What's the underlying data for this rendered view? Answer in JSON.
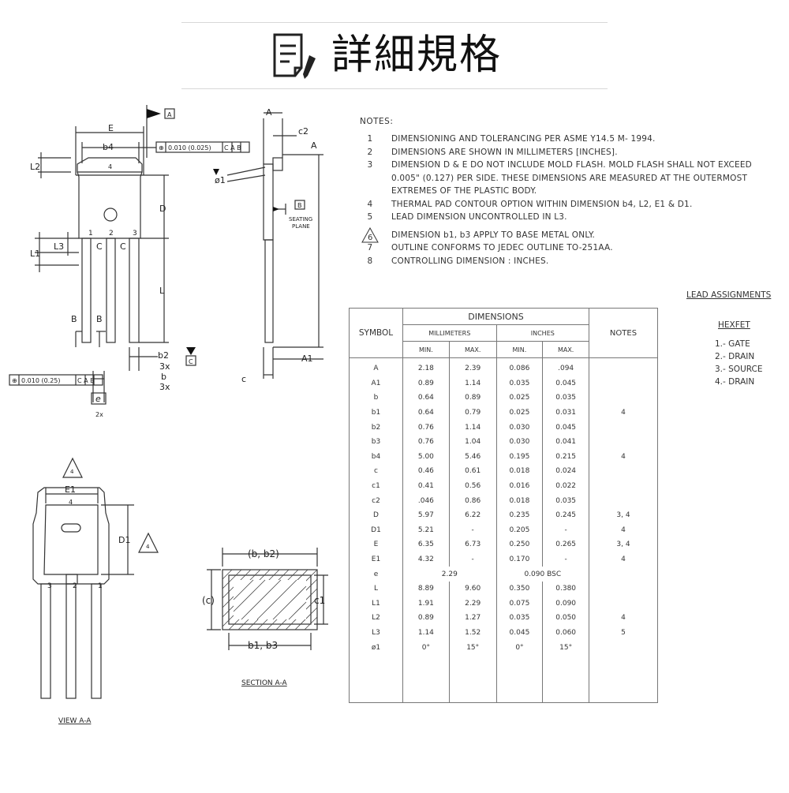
{
  "header": {
    "title": "詳細規格"
  },
  "notes": {
    "heading": "NOTES:",
    "items": [
      {
        "num": "1",
        "text": "DIMENSIONING AND TOLERANCING PER ASME Y14.5 M- 1994."
      },
      {
        "num": "2",
        "text": "DIMENSIONS ARE SHOWN IN MILLIMETERS [INCHES]."
      },
      {
        "num": "3",
        "text": "DIMENSION D & E DO NOT INCLUDE MOLD FLASH. MOLD FLASH SHALL NOT EXCEED 0.005\" (0.127) PER SIDE. THESE DIMENSIONS ARE MEASURED AT THE OUTERMOST EXTREMES OF THE PLASTIC BODY."
      },
      {
        "num": "4",
        "text": "THERMAL PAD CONTOUR OPTION WITHIN DIMENSION b4, L2, E1 & D1."
      },
      {
        "num": "5",
        "text": "LEAD DIMENSION UNCONTROLLED IN L3."
      },
      {
        "num": "6",
        "text": "DIMENSION b1, b3 APPLY TO BASE METAL ONLY.",
        "triangle": true
      },
      {
        "num": "7",
        "text": "OUTLINE CONFORMS TO JEDEC OUTLINE TO-251AA."
      },
      {
        "num": "8",
        "text": "CONTROLLING DIMENSION : INCHES."
      }
    ]
  },
  "lead_assignments": {
    "title": "LEAD ASSIGNMENTS",
    "subtitle": "HEXFET",
    "items": [
      "1.- GATE",
      "2.- DRAIN",
      "3.- SOURCE",
      "4.- DRAIN"
    ]
  },
  "table": {
    "symbol_header": "SYMBOL",
    "dimensions_header": "DIMENSIONS",
    "mm_header": "MILLIMETERS",
    "inch_header": "INCHES",
    "min": "MIN.",
    "max": "MAX.",
    "notes_header": "NOTES",
    "rows": [
      {
        "sym": "A",
        "mm_min": "2.18",
        "mm_max": "2.39",
        "in_min": "0.086",
        "in_max": ".094",
        "note": ""
      },
      {
        "sym": "A1",
        "mm_min": "0.89",
        "mm_max": "1.14",
        "in_min": "0.035",
        "in_max": "0.045",
        "note": ""
      },
      {
        "sym": "b",
        "mm_min": "0.64",
        "mm_max": "0.89",
        "in_min": "0.025",
        "in_max": "0.035",
        "note": ""
      },
      {
        "sym": "b1",
        "mm_min": "0.64",
        "mm_max": "0.79",
        "in_min": "0.025",
        "in_max": "0.031",
        "note": "4"
      },
      {
        "sym": "b2",
        "mm_min": "0.76",
        "mm_max": "1.14",
        "in_min": "0.030",
        "in_max": "0.045",
        "note": ""
      },
      {
        "sym": "b3",
        "mm_min": "0.76",
        "mm_max": "1.04",
        "in_min": "0.030",
        "in_max": "0.041",
        "note": ""
      },
      {
        "sym": "b4",
        "mm_min": "5.00",
        "mm_max": "5.46",
        "in_min": "0.195",
        "in_max": "0.215",
        "note": "4"
      },
      {
        "sym": "c",
        "mm_min": "0.46",
        "mm_max": "0.61",
        "in_min": "0.018",
        "in_max": "0.024",
        "note": ""
      },
      {
        "sym": "c1",
        "mm_min": "0.41",
        "mm_max": "0.56",
        "in_min": "0.016",
        "in_max": "0.022",
        "note": ""
      },
      {
        "sym": "c2",
        "mm_min": ".046",
        "mm_max": "0.86",
        "in_min": "0.018",
        "in_max": "0.035",
        "note": ""
      },
      {
        "sym": "D",
        "mm_min": "5.97",
        "mm_max": "6.22",
        "in_min": "0.235",
        "in_max": "0.245",
        "note": "3, 4"
      },
      {
        "sym": "D1",
        "mm_min": "5.21",
        "mm_max": "-",
        "in_min": "0.205",
        "in_max": "-",
        "note": "4"
      },
      {
        "sym": "E",
        "mm_min": "6.35",
        "mm_max": "6.73",
        "in_min": "0.250",
        "in_max": "0.265",
        "note": "3, 4"
      },
      {
        "sym": "E1",
        "mm_min": "4.32",
        "mm_max": "-",
        "in_min": "0.170",
        "in_max": "-",
        "note": "4"
      },
      {
        "sym": "e",
        "mm_span": "2.29",
        "in_span": "0.090 BSC",
        "note": ""
      },
      {
        "sym": "L",
        "mm_min": "8.89",
        "mm_max": "9.60",
        "in_min": "0.350",
        "in_max": "0.380",
        "note": ""
      },
      {
        "sym": "L1",
        "mm_min": "1.91",
        "mm_max": "2.29",
        "in_min": "0.075",
        "in_max": "0.090",
        "note": ""
      },
      {
        "sym": "L2",
        "mm_min": "0.89",
        "mm_max": "1.27",
        "in_min": "0.035",
        "in_max": "0.050",
        "note": "4"
      },
      {
        "sym": "L3",
        "mm_min": "1.14",
        "mm_max": "1.52",
        "in_min": "0.045",
        "in_max": "0.060",
        "note": "5"
      },
      {
        "sym": "ø1",
        "mm_min": "0°",
        "mm_max": "15°",
        "in_min": "0°",
        "in_max": "15°",
        "note": ""
      }
    ]
  },
  "drawing_labels": {
    "A_ref": "A",
    "B_ref": "B",
    "C_ref": "C",
    "E": "E",
    "b4": "b4",
    "L2": "L2",
    "D": "D",
    "L": "L",
    "L1": "L1",
    "L3": "L3",
    "C": "C",
    "B": "B",
    "b2_3x": "b2",
    "b_3x": "b",
    "x3": "3x",
    "x2": "2x",
    "e": "e",
    "A": "A",
    "A1": "A1",
    "c": "c",
    "c2": "c2",
    "phi1": "ø1",
    "seating": "SEATING",
    "plane": "PLANE",
    "tol1": "0.010 (0.025)",
    "tol2": "0.010 (0.25)",
    "tol_refs": "C A B",
    "pin1": "1",
    "pin2": "2",
    "pin3": "3",
    "pin4": "4",
    "E1": "E1",
    "D1": "D1",
    "view_title": "VIEW A-A",
    "b_b2": "(b, b2)",
    "b1_b3": "b1, b3",
    "c_paren": "(c)",
    "c1": "c1",
    "section_title": "SECTION A-A"
  }
}
